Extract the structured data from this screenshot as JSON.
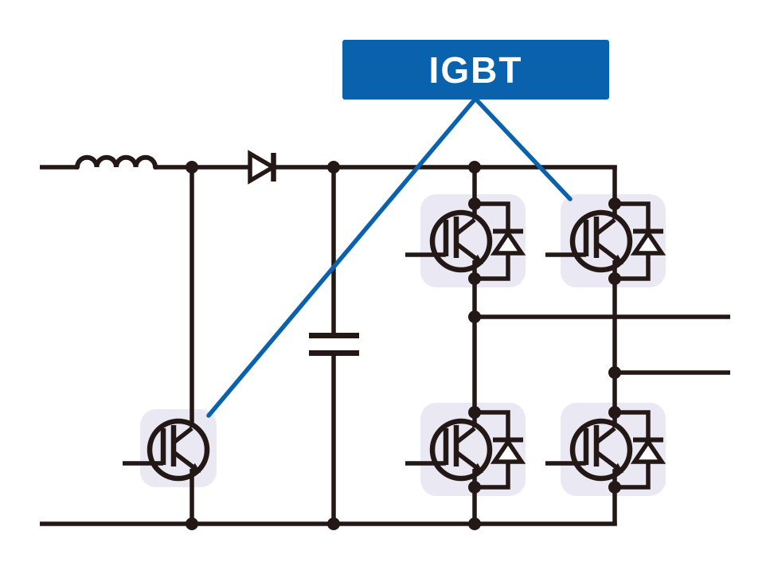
{
  "figure": {
    "type": "power-converter-circuit-diagram",
    "label": {
      "text": "IGBT"
    },
    "colors": {
      "background": "#ffffff",
      "wire": "#231815",
      "label_bg": "#0a62ad",
      "label_text": "#ffffff",
      "callout_line": "#0a62ad",
      "igbt_highlight": "#e9e8f3"
    },
    "components": [
      {
        "name": "input-inductor"
      },
      {
        "name": "boost-diode"
      },
      {
        "name": "dc-link-capacitor"
      },
      {
        "name": "igbt-boost",
        "highlighted": true,
        "freewheel_diode": false
      },
      {
        "name": "igbt-bridge-top-left",
        "highlighted": true,
        "freewheel_diode": true
      },
      {
        "name": "igbt-bridge-top-right",
        "highlighted": true,
        "freewheel_diode": true
      },
      {
        "name": "igbt-bridge-bottom-left",
        "highlighted": true,
        "freewheel_diode": true
      },
      {
        "name": "igbt-bridge-bottom-right",
        "highlighted": true,
        "freewheel_diode": true
      },
      {
        "name": "output-line-upper"
      },
      {
        "name": "output-line-lower"
      }
    ],
    "callout": {
      "label": "IGBT",
      "targets": [
        "igbt-boost",
        "igbt-bridge-top-right"
      ]
    }
  }
}
